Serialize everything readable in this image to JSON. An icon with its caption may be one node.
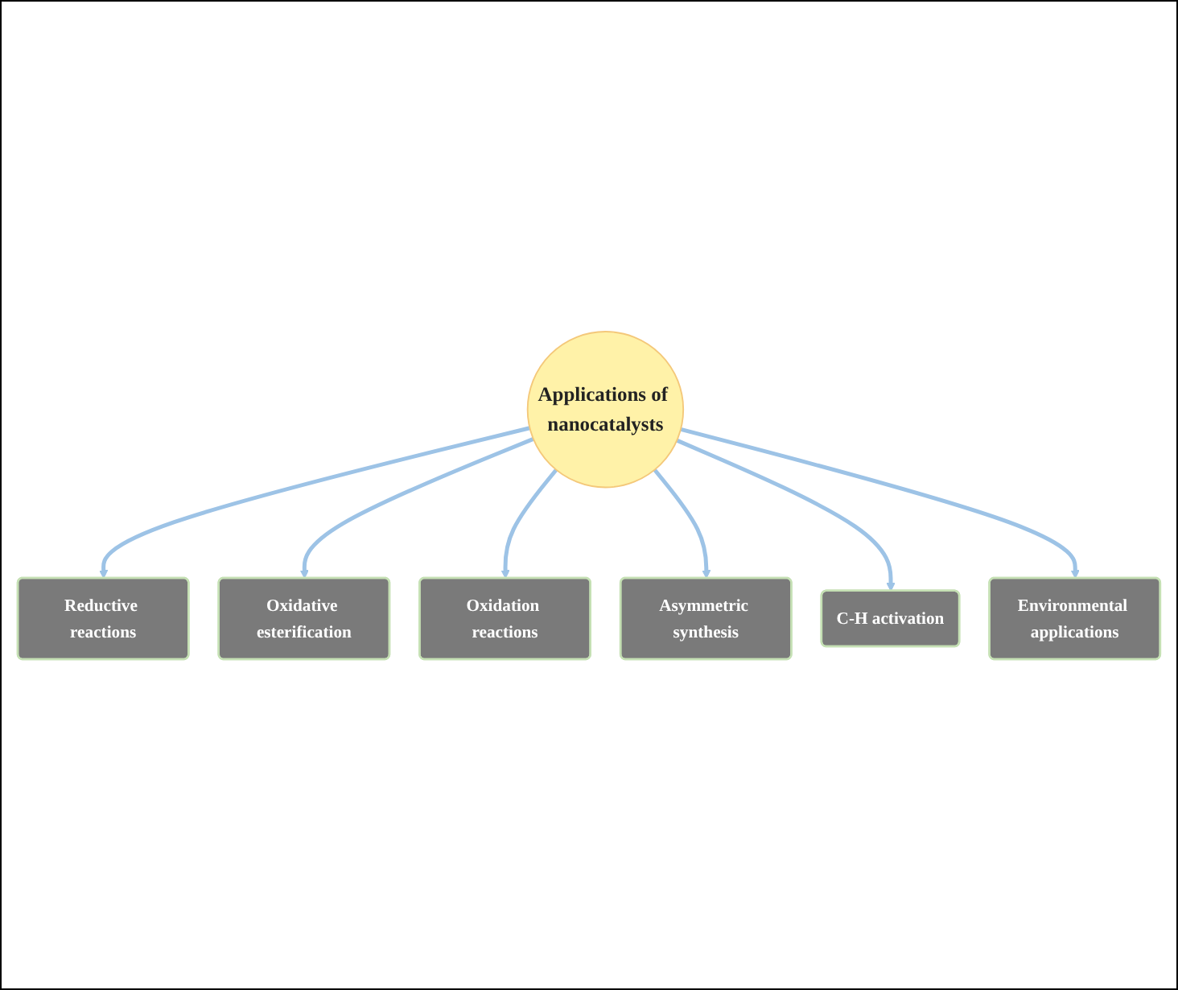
{
  "diagram": {
    "nodes": [
      {
        "text": [
          "Reductive reactions"
        ]
      },
      {
        "text": [
          "Oxidative esterification"
        ]
      },
      {
        "text": [
          "Oxidation reactions"
        ]
      },
      {
        "text": [
          "Applications of nanocatalysts"
        ]
      },
      {
        "text": [
          "Asymmetric synthesis"
        ]
      },
      {
        "text": [
          "C-H activation"
        ]
      },
      {
        "text": [
          "Environmental applications"
        ]
      }
    ],
    "edges": [
      {
        "from": 3,
        "to": 0,
        "arrow": "to"
      },
      {
        "from": 3,
        "to": 1,
        "arrow": "to"
      },
      {
        "from": 3,
        "to": 2,
        "arrow": "to"
      },
      {
        "from": 3,
        "to": 4,
        "arrow": "to"
      },
      {
        "from": 3,
        "to": 5,
        "arrow": "to"
      },
      {
        "from": 3,
        "to": 6,
        "arrow": "to"
      }
    ]
  }
}
